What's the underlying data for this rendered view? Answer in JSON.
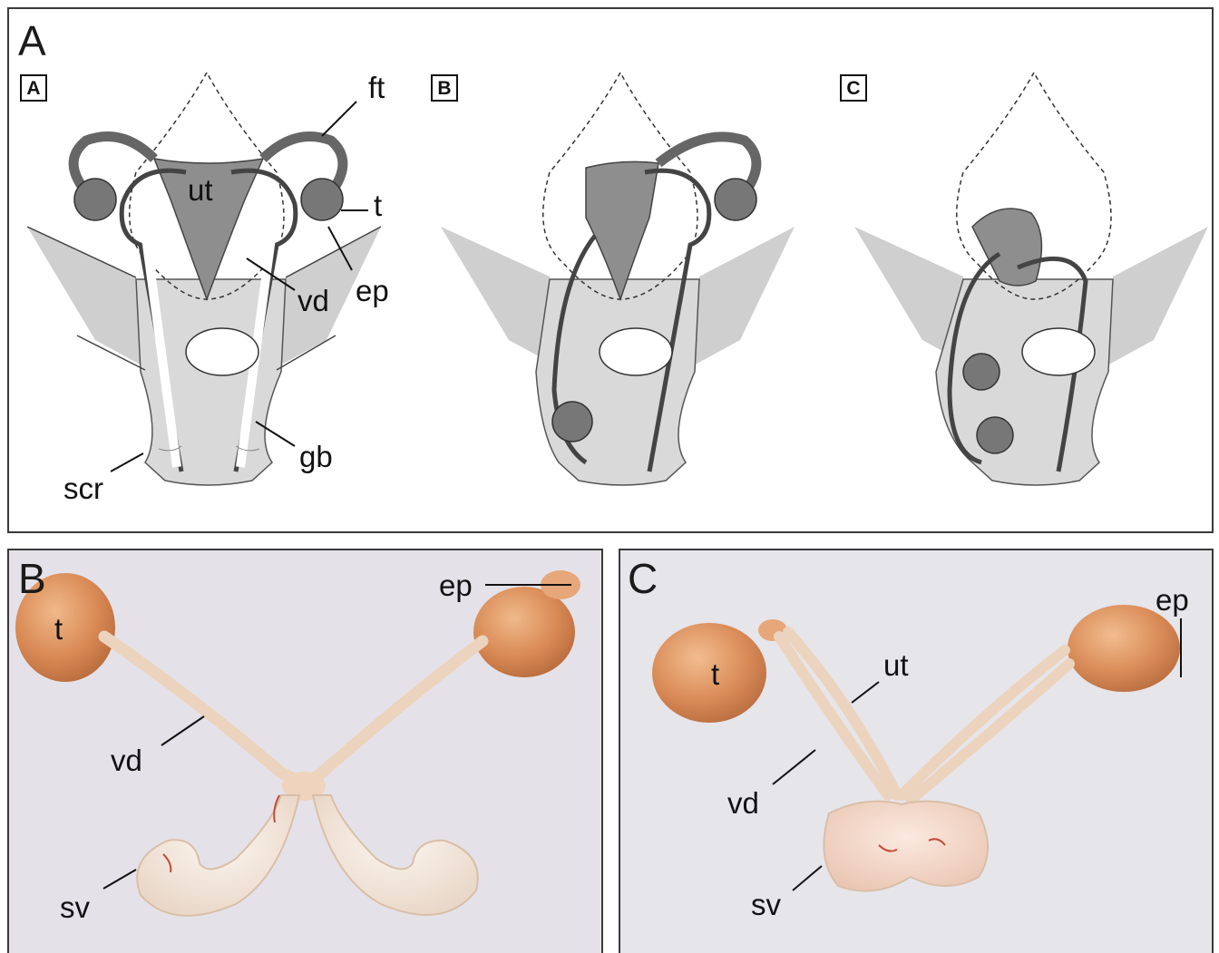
{
  "figure": {
    "panel_a": {
      "letter": "A",
      "sub_tags": [
        "A",
        "B",
        "C"
      ],
      "labels": {
        "ft": "ft",
        "ut": "ut",
        "t": "t",
        "ep": "ep",
        "vd": "vd",
        "gb": "gb",
        "scr": "scr"
      }
    },
    "panel_b": {
      "letter": "B",
      "labels": {
        "t": "t",
        "ep": "ep",
        "vd": "vd",
        "sv": "sv"
      }
    },
    "panel_c": {
      "letter": "C",
      "labels": {
        "t": "t",
        "ep": "ep",
        "ut": "ut",
        "vd": "vd",
        "sv": "sv"
      }
    }
  },
  "colors": {
    "organ_gray": "#8e8e8e",
    "body_gray": "#d9d9d9",
    "flank_gray": "#cfcfcf",
    "testis_orange": "#d98a55",
    "vesicle_cream": "#f2e6da",
    "duct_cream": "#ecd3bd"
  }
}
